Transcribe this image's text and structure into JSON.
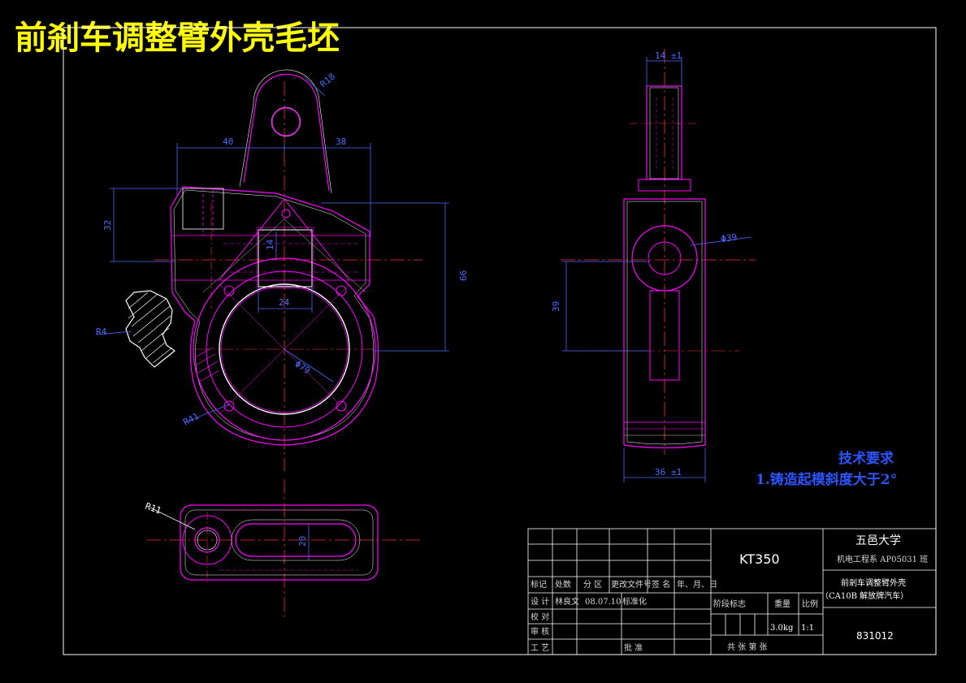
{
  "title": "前剎车调整臂外壳毛坯",
  "dimensions": {
    "r18": "R18",
    "d40": "40",
    "d38": "38",
    "d32": "32",
    "d14": "14",
    "d24": "24",
    "d66": "66",
    "r4": "R4",
    "r41": "R41",
    "phi79": "Φ79",
    "r11": "R11",
    "d20": "20",
    "d14top": "14 ±1",
    "phi39": "Φ39",
    "d39": "39",
    "d36": "36 ±1"
  },
  "technical_requirements": {
    "heading": "技术要求",
    "item1": "1.铸造起模斜度大于2°"
  },
  "title_block": {
    "material": "KT350",
    "school": "五邑大学",
    "department": "机电工程系 AP05031  班",
    "part_name": "前剎车调整臂外壳",
    "part_subtitle": "（CA10B 解放牌汽车）",
    "drawing_number": "831012",
    "weight": "3.0kg",
    "scale": "1:1",
    "col_mark": "标记",
    "col_count": "处数",
    "col_zone": "分 区",
    "col_doc": "更改文件号",
    "col_sign": "签 名",
    "col_date": "年、月、日",
    "row_design": "设 计",
    "designer": "林良文",
    "design_date": "08.07.10",
    "standardize": "标准化",
    "row_check": "校 对",
    "row_review": "审 核",
    "row_process": "工 艺",
    "approve": "批 准",
    "stage_mark": "阶段标志",
    "weight_label": "重量",
    "scale_label": "比例",
    "sheets": "共    张    第    张"
  }
}
